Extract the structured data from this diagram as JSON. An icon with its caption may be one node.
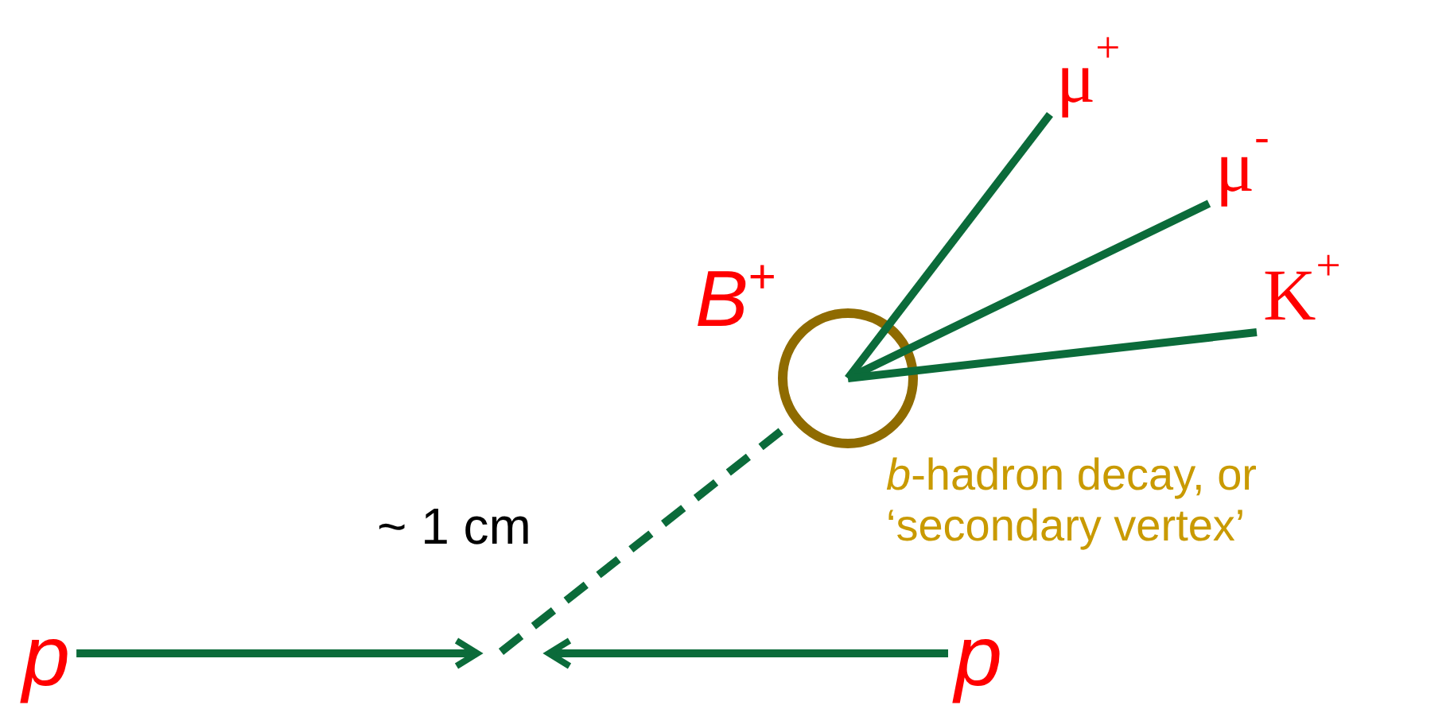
{
  "diagram": {
    "nodes": [
      {
        "text": [
          "p"
        ]
      },
      {
        "text": [
          "p"
        ]
      },
      {
        "text": [],
        "shape": "circle",
        "beside": [
          "B$^{+}$",
          "*b*-hadron decay, or ‘secondary vertex’"
        ]
      },
      {
        "text": [
          "μ$^{+}$"
        ]
      },
      {
        "text": [
          "μ$^{-}$"
        ]
      },
      {
        "text": [
          "K$^{+}$"
        ]
      }
    ],
    "edges": [
      {
        "from": 0,
        "to": null,
        "arrow": "to"
      },
      {
        "from": 1,
        "to": null,
        "arrow": "to"
      },
      {
        "from": null,
        "to": 2,
        "arrow": "none",
        "style": "dashed",
        "label": "~ 1 cm"
      },
      {
        "from": 2,
        "to": 3,
        "arrow": "none"
      },
      {
        "from": 2,
        "to": 4,
        "arrow": "none"
      },
      {
        "from": 2,
        "to": 5,
        "arrow": "none"
      }
    ]
  }
}
